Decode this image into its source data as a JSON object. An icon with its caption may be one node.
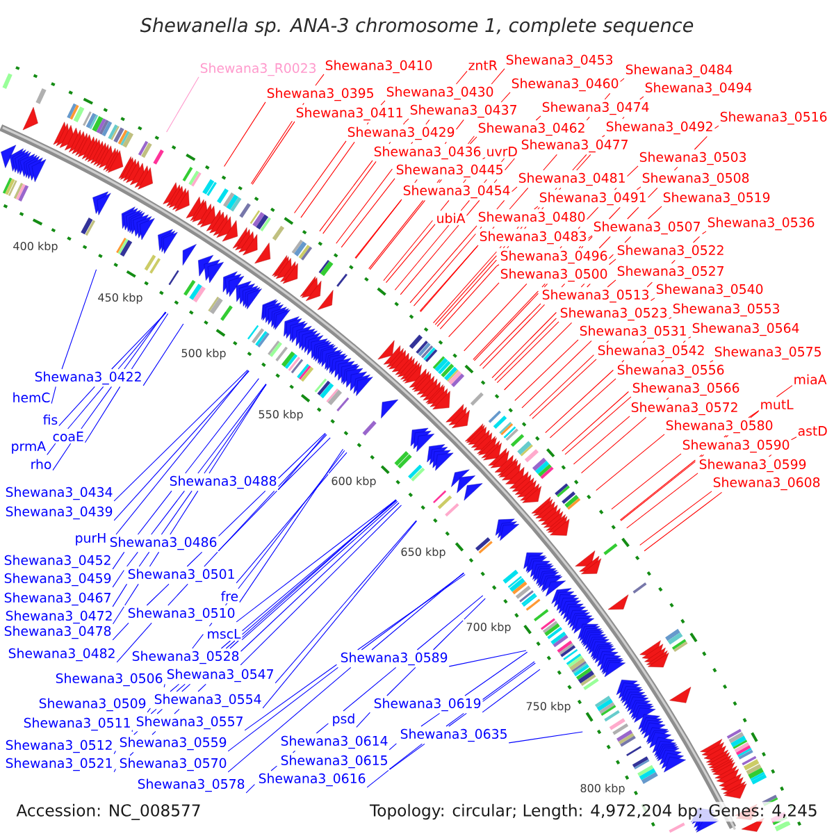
{
  "diagram": {
    "title": "Shewanella sp. ANA-3 chromosome 1, complete sequence",
    "nodes": [
      {
        "text": [
          "Shewana3_0453"
        ]
      },
      {
        "text": [
          "Shewana3_0410"
        ]
      },
      {
        "text": [
          "zntR"
        ]
      },
      {
        "text": [
          "Shewana3_R0023"
        ]
      },
      {
        "text": [
          "Shewana3_0484"
        ]
      },
      {
        "text": [
          "Shewana3_0460"
        ]
      },
      {
        "text": [
          "Shewana3_0494"
        ]
      },
      {
        "text": [
          "Shewana3_0430"
        ]
      },
      {
        "text": [
          "Shewana3_0395"
        ]
      },
      {
        "text": [
          "Shewana3_0474"
        ]
      },
      {
        "text": [
          "Shewana3_0437"
        ]
      },
      {
        "text": [
          "Shewana3_0411"
        ]
      },
      {
        "text": [
          "Shewana3_0516"
        ]
      },
      {
        "text": [
          "Shewana3_0492"
        ]
      },
      {
        "text": [
          "Shewana3_0462"
        ]
      },
      {
        "text": [
          "Shewana3_0429"
        ]
      },
      {
        "text": [
          "Shewana3_0477"
        ]
      },
      {
        "text": [
          "Shewana3_0436"
        ]
      },
      {
        "text": [
          "uvrD"
        ]
      },
      {
        "text": [
          "Shewana3_0503"
        ]
      },
      {
        "text": [
          "Shewana3_0445"
        ]
      },
      {
        "text": [
          "Shewana3_0481"
        ]
      },
      {
        "text": [
          "Shewana3_0508"
        ]
      },
      {
        "text": [
          "Shewana3_0454"
        ]
      },
      {
        "text": [
          "Shewana3_0491"
        ]
      },
      {
        "text": [
          "Shewana3_0519"
        ]
      },
      {
        "text": [
          "Shewana3_0480"
        ]
      },
      {
        "text": [
          "ubiA"
        ]
      },
      {
        "text": [
          "Shewana3_0536"
        ]
      },
      {
        "text": [
          "Shewana3_0507"
        ]
      },
      {
        "text": [
          "Shewana3_0483"
        ]
      },
      {
        "text": [
          "Shewana3_0522"
        ]
      },
      {
        "text": [
          "Shewana3_0496"
        ]
      },
      {
        "text": [
          "Shewana3_0527"
        ]
      },
      {
        "text": [
          "Shewana3_0500"
        ]
      },
      {
        "text": [
          "Shewana3_0540"
        ]
      },
      {
        "text": [
          "Shewana3_0513"
        ]
      },
      {
        "text": [
          "Shewana3_0553"
        ]
      },
      {
        "text": [
          "Shewana3_0523"
        ]
      },
      {
        "text": [
          "Shewana3_0564"
        ]
      },
      {
        "text": [
          "Shewana3_0531"
        ]
      },
      {
        "text": [
          "Shewana3_0542"
        ]
      },
      {
        "text": [
          "Shewana3_0575"
        ]
      },
      {
        "text": [
          "Shewana3_0556"
        ]
      },
      {
        "text": [
          "Shewana3_0422"
        ]
      },
      {
        "text": [
          "miaA"
        ]
      },
      {
        "text": [
          "Shewana3_0566"
        ]
      },
      {
        "text": [
          "hemC"
        ]
      },
      {
        "text": [
          "mutL"
        ]
      },
      {
        "text": [
          "Shewana3_0572"
        ]
      },
      {
        "text": [
          "fis"
        ]
      },
      {
        "text": [
          "Shewana3_0580"
        ]
      },
      {
        "text": [
          "astD"
        ]
      },
      {
        "text": [
          "coaE"
        ]
      },
      {
        "text": [
          "Shewana3_0590"
        ]
      },
      {
        "text": [
          "prmA"
        ]
      },
      {
        "text": [
          "rho"
        ]
      },
      {
        "text": [
          "Shewana3_0599"
        ]
      },
      {
        "text": [
          "Shewana3_0488"
        ]
      },
      {
        "text": [
          "Shewana3_0608"
        ]
      },
      {
        "text": [
          "Shewana3_0434"
        ]
      },
      {
        "text": [
          "Shewana3_0439"
        ]
      },
      {
        "text": [
          "purH"
        ]
      },
      {
        "text": [
          "Shewana3_0486"
        ]
      },
      {
        "text": [
          "Shewana3_0452"
        ]
      },
      {
        "text": [
          "Shewana3_0501"
        ]
      },
      {
        "text": [
          "Shewana3_0459"
        ]
      },
      {
        "text": [
          "fre"
        ]
      },
      {
        "text": [
          "Shewana3_0467"
        ]
      },
      {
        "text": [
          "Shewana3_0510"
        ]
      },
      {
        "text": [
          "Shewana3_0472"
        ]
      },
      {
        "text": [
          "Shewana3_0478"
        ]
      },
      {
        "text": [
          "mscL"
        ]
      },
      {
        "text": [
          "Shewana3_0482"
        ]
      },
      {
        "text": [
          "Shewana3_0528"
        ]
      },
      {
        "text": [
          "Shewana3_0589"
        ]
      },
      {
        "text": [
          "Shewana3_0547"
        ]
      },
      {
        "text": [
          "Shewana3_0506"
        ]
      },
      {
        "text": [
          "Shewana3_0554"
        ]
      },
      {
        "text": [
          "Shewana3_0509"
        ]
      },
      {
        "text": [
          "Shewana3_0619"
        ]
      },
      {
        "text": [
          "psd"
        ]
      },
      {
        "text": [
          "Shewana3_0557"
        ]
      },
      {
        "text": [
          "Shewana3_0511"
        ]
      },
      {
        "text": [
          "Shewana3_0635"
        ]
      },
      {
        "text": [
          "Shewana3_0614"
        ]
      },
      {
        "text": [
          "Shewana3_0559"
        ]
      },
      {
        "text": [
          "Shewana3_0512"
        ]
      },
      {
        "text": [
          "Shewana3_0615"
        ]
      },
      {
        "text": [
          "Shewana3_0521"
        ]
      },
      {
        "text": [
          "Shewana3_0570"
        ]
      },
      {
        "text": [
          "Shewana3_0616"
        ]
      },
      {
        "text": [
          "Shewana3_0578"
        ]
      }
    ],
    "edges": [
      {
        "from": 0,
        "to": null,
        "arrow": "none"
      },
      {
        "from": 1,
        "to": null,
        "arrow": "none"
      },
      {
        "from": 2,
        "to": null,
        "arrow": "none"
      },
      {
        "from": 3,
        "to": null,
        "arrow": "none",
        "color": "#ff99cc"
      },
      {
        "from": 4,
        "to": null,
        "arrow": "none"
      },
      {
        "from": 5,
        "to": null,
        "arrow": "none"
      },
      {
        "from": 6,
        "to": null,
        "arrow": "none"
      },
      {
        "from": 7,
        "to": null,
        "arrow": "none"
      },
      {
        "from": 8,
        "to": null,
        "arrow": "none"
      },
      {
        "from": 9,
        "to": null,
        "arrow": "none"
      },
      {
        "from": 10,
        "to": null,
        "arrow": "none"
      },
      {
        "from": 11,
        "to": null,
        "arrow": "none"
      },
      {
        "from": 12,
        "to": null,
        "arrow": "none"
      },
      {
        "from": 13,
        "to": null,
        "arrow": "none"
      },
      {
        "from": 14,
        "to": null,
        "arrow": "none"
      },
      {
        "from": 15,
        "to": null,
        "arrow": "none"
      },
      {
        "from": 16,
        "to": null,
        "arrow": "none"
      },
      {
        "from": 17,
        "to": null,
        "arrow": "none"
      },
      {
        "from": 18,
        "to": null,
        "arrow": "none"
      },
      {
        "from": 19,
        "to": null,
        "arrow": "none"
      },
      {
        "from": 20,
        "to": null,
        "arrow": "none"
      },
      {
        "from": 21,
        "to": null,
        "arrow": "none"
      },
      {
        "from": 22,
        "to": null,
        "arrow": "none"
      },
      {
        "from": 23,
        "to": null,
        "arrow": "none"
      },
      {
        "from": 24,
        "to": null,
        "arrow": "none"
      },
      {
        "from": 25,
        "to": null,
        "arrow": "none"
      },
      {
        "from": 26,
        "to": null,
        "arrow": "none"
      },
      {
        "from": 27,
        "to": null,
        "arrow": "none"
      },
      {
        "from": 28,
        "to": null,
        "arrow": "none"
      },
      {
        "from": 29,
        "to": null,
        "arrow": "none"
      },
      {
        "from": 30,
        "to": null,
        "arrow": "none"
      },
      {
        "from": 31,
        "to": null,
        "arrow": "none"
      },
      {
        "from": 32,
        "to": null,
        "arrow": "none"
      },
      {
        "from": 33,
        "to": null,
        "arrow": "none"
      },
      {
        "from": 34,
        "to": null,
        "arrow": "none"
      },
      {
        "from": 35,
        "to": null,
        "arrow": "none"
      },
      {
        "from": 36,
        "to": null,
        "arrow": "none"
      },
      {
        "from": 37,
        "to": null,
        "arrow": "none"
      },
      {
        "from": 38,
        "to": null,
        "arrow": "none"
      },
      {
        "from": 39,
        "to": null,
        "arrow": "none"
      },
      {
        "from": 40,
        "to": null,
        "arrow": "none"
      },
      {
        "from": 41,
        "to": null,
        "arrow": "none"
      },
      {
        "from": 42,
        "to": null,
        "arrow": "none"
      },
      {
        "from": 43,
        "to": null,
        "arrow": "none"
      },
      {
        "from": 44,
        "to": null,
        "arrow": "none",
        "color": "#0000ff"
      },
      {
        "from": 45,
        "to": null,
        "arrow": "none"
      },
      {
        "from": 46,
        "to": null,
        "arrow": "none"
      },
      {
        "from": 47,
        "to": null,
        "arrow": "none",
        "color": "#0000ff"
      },
      {
        "from": 48,
        "to": null,
        "arrow": "none"
      },
      {
        "from": 49,
        "to": null,
        "arrow": "none"
      },
      {
        "from": 50,
        "to": null,
        "arrow": "none",
        "color": "#0000ff"
      },
      {
        "from": 51,
        "to": null,
        "arrow": "none"
      },
      {
        "from": 52,
        "to": null,
        "arrow": "none"
      },
      {
        "from": 53,
        "to": null,
        "arrow": "none",
        "color": "#0000ff"
      },
      {
        "from": 54,
        "to": null,
        "arrow": "none"
      },
      {
        "from": 55,
        "to": null,
        "arrow": "none",
        "color": "#0000ff"
      },
      {
        "from": 56,
        "to": null,
        "arrow": "none",
        "color": "#0000ff"
      },
      {
        "from": 57,
        "to": null,
        "arrow": "none"
      },
      {
        "from": 58,
        "to": null,
        "arrow": "none",
        "color": "#0000ff"
      },
      {
        "from": 59,
        "to": null,
        "arrow": "none"
      },
      {
        "from": 60,
        "to": null,
        "arrow": "none",
        "color": "#0000ff"
      },
      {
        "from": 61,
        "to": null,
        "arrow": "none",
        "color": "#0000ff"
      },
      {
        "from": 62,
        "to": null,
        "arrow": "none",
        "color": "#0000ff"
      },
      {
        "from": 63,
        "to": null,
        "arrow": "none",
        "color": "#0000ff"
      },
      {
        "from": 64,
        "to": null,
        "arrow": "none",
        "color": "#0000ff"
      },
      {
        "from": 65,
        "to": null,
        "arrow": "none",
        "color": "#0000ff"
      },
      {
        "from": 66,
        "to": null,
        "arrow": "none",
        "color": "#0000ff"
      },
      {
        "from": 67,
        "to": null,
        "arrow": "none",
        "color": "#0000ff"
      },
      {
        "from": 68,
        "to": null,
        "arrow": "none",
        "color": "#0000ff"
      },
      {
        "from": 69,
        "to": null,
        "arrow": "none",
        "color": "#0000ff"
      },
      {
        "from": 70,
        "to": null,
        "arrow": "none",
        "color": "#0000ff"
      },
      {
        "from": 71,
        "to": null,
        "arrow": "none",
        "color": "#0000ff"
      },
      {
        "from": 72,
        "to": null,
        "arrow": "none",
        "color": "#0000ff"
      },
      {
        "from": 73,
        "to": null,
        "arrow": "none",
        "color": "#0000ff"
      },
      {
        "from": 74,
        "to": null,
        "arrow": "none",
        "color": "#0000ff"
      },
      {
        "from": 75,
        "to": null,
        "arrow": "none",
        "color": "#0000ff"
      },
      {
        "from": 76,
        "to": null,
        "arrow": "none",
        "color": "#0000ff"
      },
      {
        "from": 77,
        "to": null,
        "arrow": "none",
        "color": "#0000ff"
      },
      {
        "from": 78,
        "to": null,
        "arrow": "none",
        "color": "#0000ff"
      },
      {
        "from": 79,
        "to": null,
        "arrow": "none",
        "color": "#0000ff"
      },
      {
        "from": 80,
        "to": null,
        "arrow": "none",
        "color": "#0000ff"
      },
      {
        "from": 81,
        "to": null,
        "arrow": "none",
        "color": "#0000ff"
      },
      {
        "from": 82,
        "to": null,
        "arrow": "none",
        "color": "#0000ff"
      },
      {
        "from": 83,
        "to": null,
        "arrow": "none",
        "color": "#0000ff"
      },
      {
        "from": 84,
        "to": null,
        "arrow": "none",
        "color": "#0000ff"
      },
      {
        "from": 85,
        "to": null,
        "arrow": "none",
        "color": "#0000ff"
      },
      {
        "from": 86,
        "to": null,
        "arrow": "none",
        "color": "#0000ff"
      },
      {
        "from": 87,
        "to": null,
        "arrow": "none",
        "color": "#0000ff"
      },
      {
        "from": 88,
        "to": null,
        "arrow": "none",
        "color": "#0000ff"
      },
      {
        "from": 89,
        "to": null,
        "arrow": "none",
        "color": "#0000ff"
      },
      {
        "from": 90,
        "to": null,
        "arrow": "none",
        "color": "#0000ff"
      },
      {
        "from": 91,
        "to": null,
        "arrow": "none",
        "color": "#0000ff"
      },
      {
        "from": 92,
        "to": null,
        "arrow": "none",
        "color": "#0000ff"
      }
    ],
    "labels": [
      "400 kbp",
      "450 kbp",
      "500 kbp",
      "550 kbp",
      "600 kbp",
      "650 kbp",
      "700 kbp",
      "750 kbp",
      "800 kbp",
      "Accession: NC_008577",
      "Topology: circular; Length: 4,972,204 bp; Genes: 4,245"
    ]
  }
}
